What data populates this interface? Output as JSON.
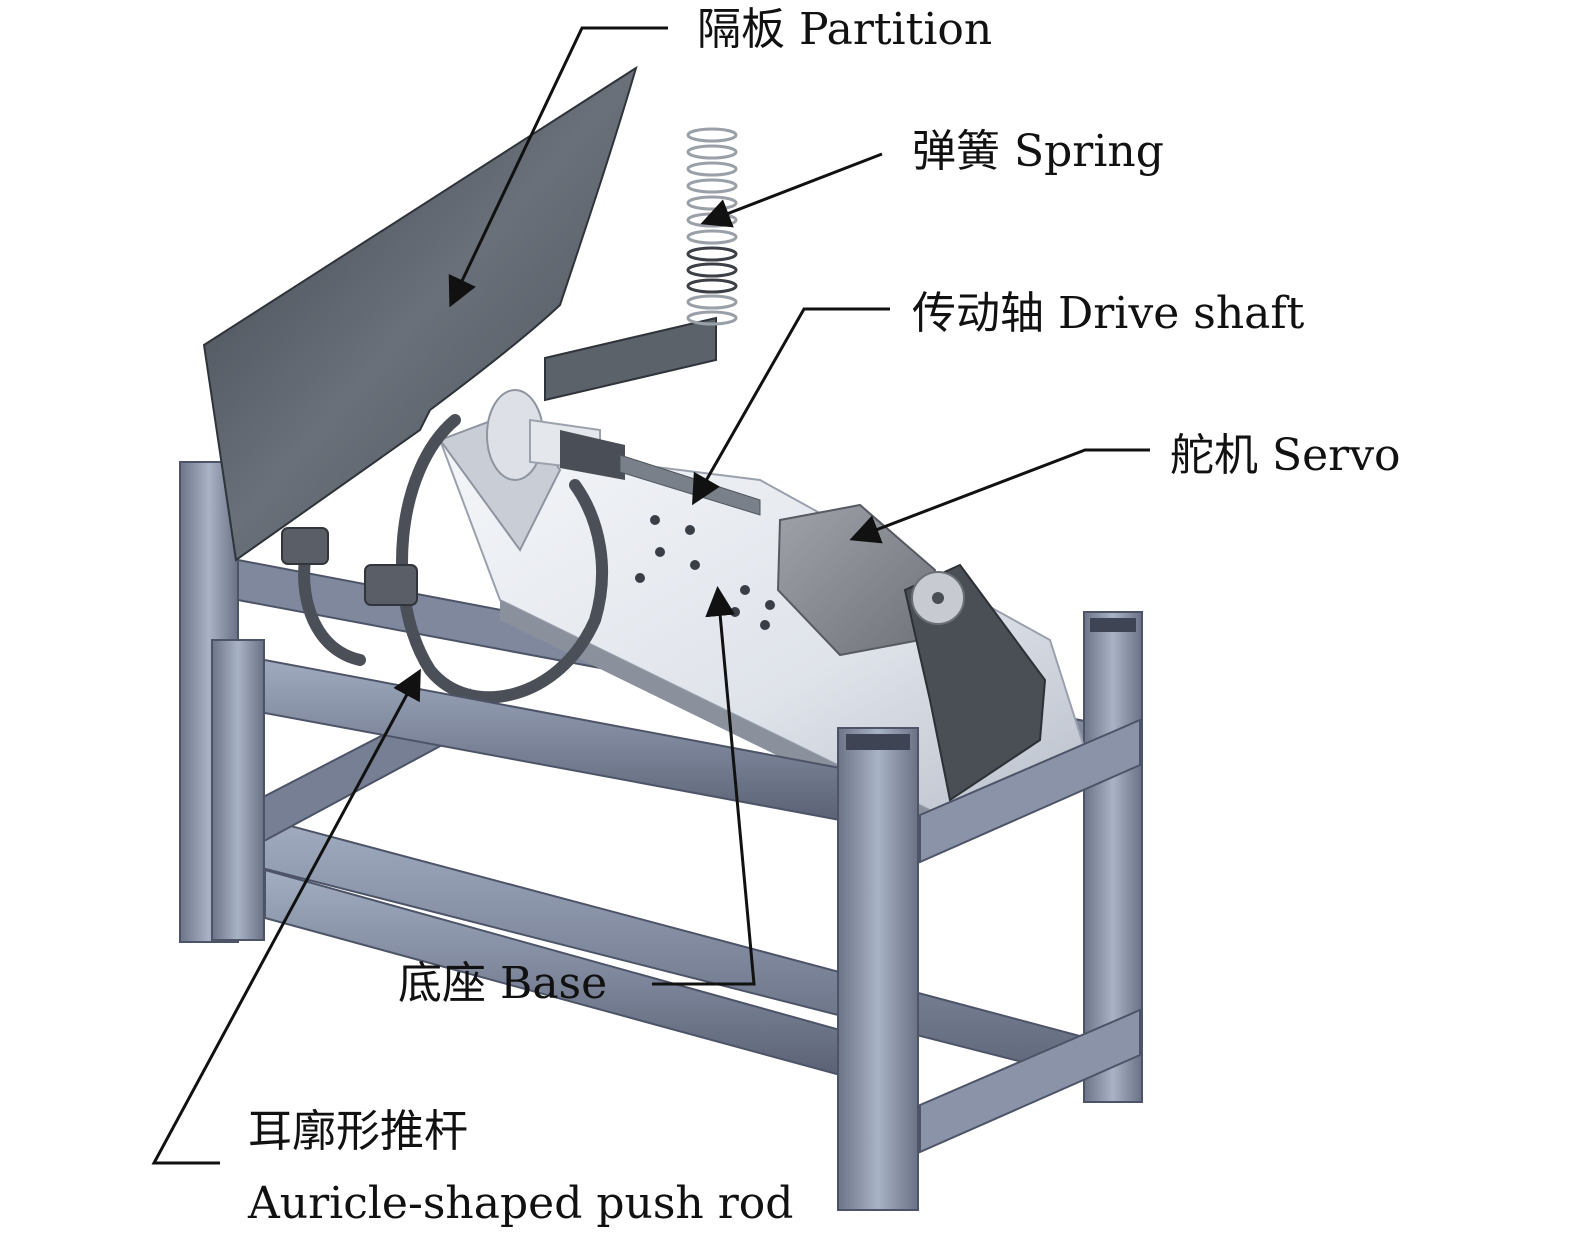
{
  "labels": {
    "partition": "隔板 Partition",
    "spring": "弹簧 Spring",
    "drive_shaft": "传动轴 Drive shaft",
    "servo": "舵机 Servo",
    "base": "底座 Base",
    "push_rod_cn": "耳廓形推杆",
    "push_rod_en": "Auricle-shaped push rod"
  },
  "colors": {
    "frame": "#8c98ad",
    "frame_dark": "#5d6478",
    "partition": "#5a6068",
    "base_plate": "#e6e9ee",
    "servo": "#8e9298",
    "leader_line": "#111111"
  }
}
